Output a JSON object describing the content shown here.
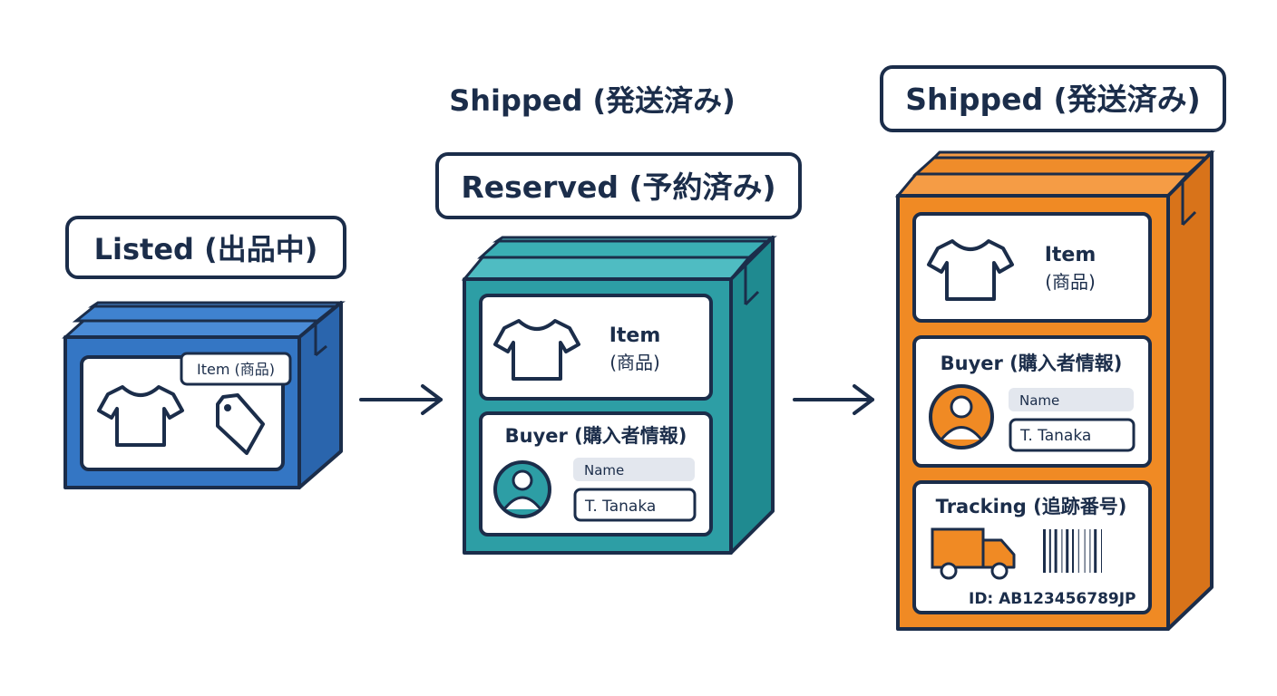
{
  "stages": {
    "listed": {
      "title": "Listed (出品中)",
      "item_tag": "Item (商品)",
      "color": "#3476c4"
    },
    "reserved": {
      "title": "Reserved (予約済み)",
      "item_label": "Item",
      "item_sub": "(商品)",
      "buyer_title": "Buyer (購入者情報)",
      "name_label": "Name",
      "name_value": "T. Tanaka",
      "color": "#2d9ea5"
    },
    "shipped": {
      "floating_title": "Shipped (発送済み)",
      "title": "Shipped (発送済み)",
      "item_label": "Item",
      "item_sub": "(商品)",
      "buyer_title": "Buyer (購入者情報)",
      "name_label": "Name",
      "name_value": "T. Tanaka",
      "tracking_title": "Tracking (追跡番号)",
      "tracking_id": "ID: AB123456789JP",
      "color": "#f08a24"
    }
  },
  "icons": [
    "tshirt-icon",
    "price-tag-icon",
    "user-avatar-icon",
    "delivery-truck-icon",
    "barcode-icon",
    "arrow-right-icon"
  ],
  "colors": {
    "outline": "#1b2d4a",
    "field": "#e3e7ee"
  }
}
